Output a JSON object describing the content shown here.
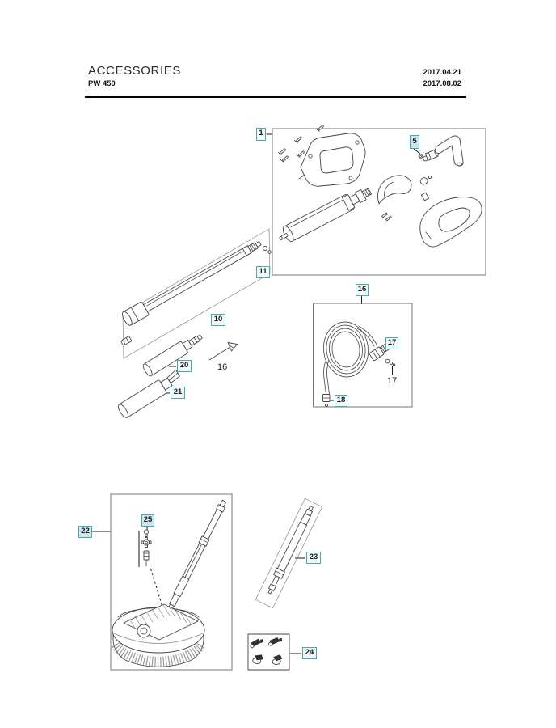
{
  "header": {
    "title": "ACCESSORIES",
    "model": "PW 450",
    "dates": [
      "2017.04.21",
      "2017.08.02"
    ]
  },
  "callouts": {
    "c1": "1",
    "c5": "5",
    "c10": "10",
    "c11": "11",
    "c16_box": "16",
    "c16_needle": "16",
    "c17_box": "17",
    "c17_text": "17",
    "c18": "18",
    "c20": "20",
    "c21": "21",
    "c22": "22",
    "c23": "23",
    "c24": "24",
    "c25": "25"
  },
  "colors": {
    "accent_teal": "#4aa9b3",
    "line_art": "#454545",
    "page_bg": "#ffffff"
  }
}
